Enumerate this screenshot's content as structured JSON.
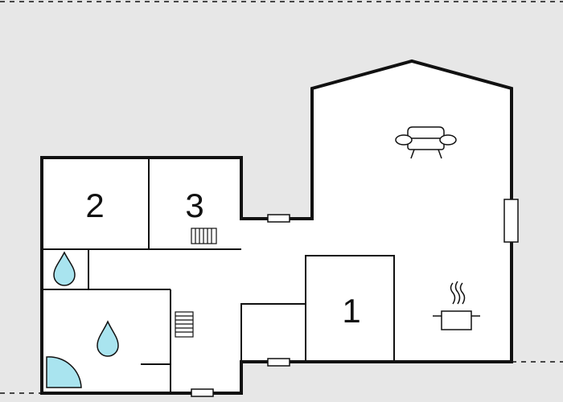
{
  "colors": {
    "outside": "#e7e7e7",
    "floor": "#ffffff",
    "wall": "#111111",
    "water": "#a9e4ef",
    "outline": "#111111"
  },
  "rooms": [
    {
      "id": "bedroom-1",
      "label": "1"
    },
    {
      "id": "bedroom-2",
      "label": "2"
    },
    {
      "id": "bedroom-3",
      "label": "3"
    }
  ],
  "icons": [
    "sofa-icon",
    "cooking-pot-icon",
    "water-drop-icon",
    "shower-tray-icon",
    "radiator-icon",
    "window-icon"
  ]
}
